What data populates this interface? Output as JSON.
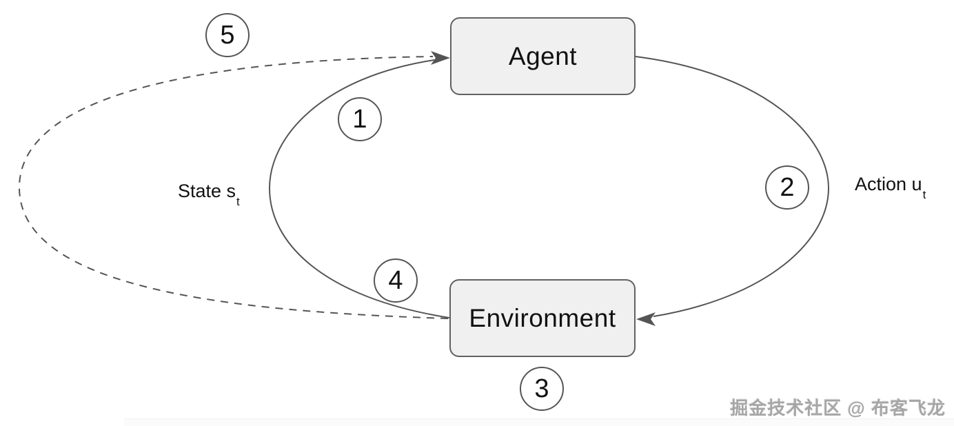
{
  "diagram": {
    "title_implicit": "Agent-Environment interaction loop",
    "nodes": {
      "agent": {
        "label": "Agent"
      },
      "environment": {
        "label": "Environment"
      }
    },
    "labels": {
      "state": {
        "text": "State s",
        "sub": "t"
      },
      "action": {
        "text": "Action u",
        "sub": "t"
      }
    },
    "markers": {
      "m1": "1",
      "m2": "2",
      "m3": "3",
      "m4": "4",
      "m5": "5"
    },
    "colors": {
      "line": "#545454",
      "node_fill": "#f0f0f0",
      "node_border": "#616161",
      "text": "#111111",
      "watermark": "#a6a6a6"
    }
  },
  "watermark": {
    "text": "掘金技术社区 @ 布客飞龙"
  }
}
